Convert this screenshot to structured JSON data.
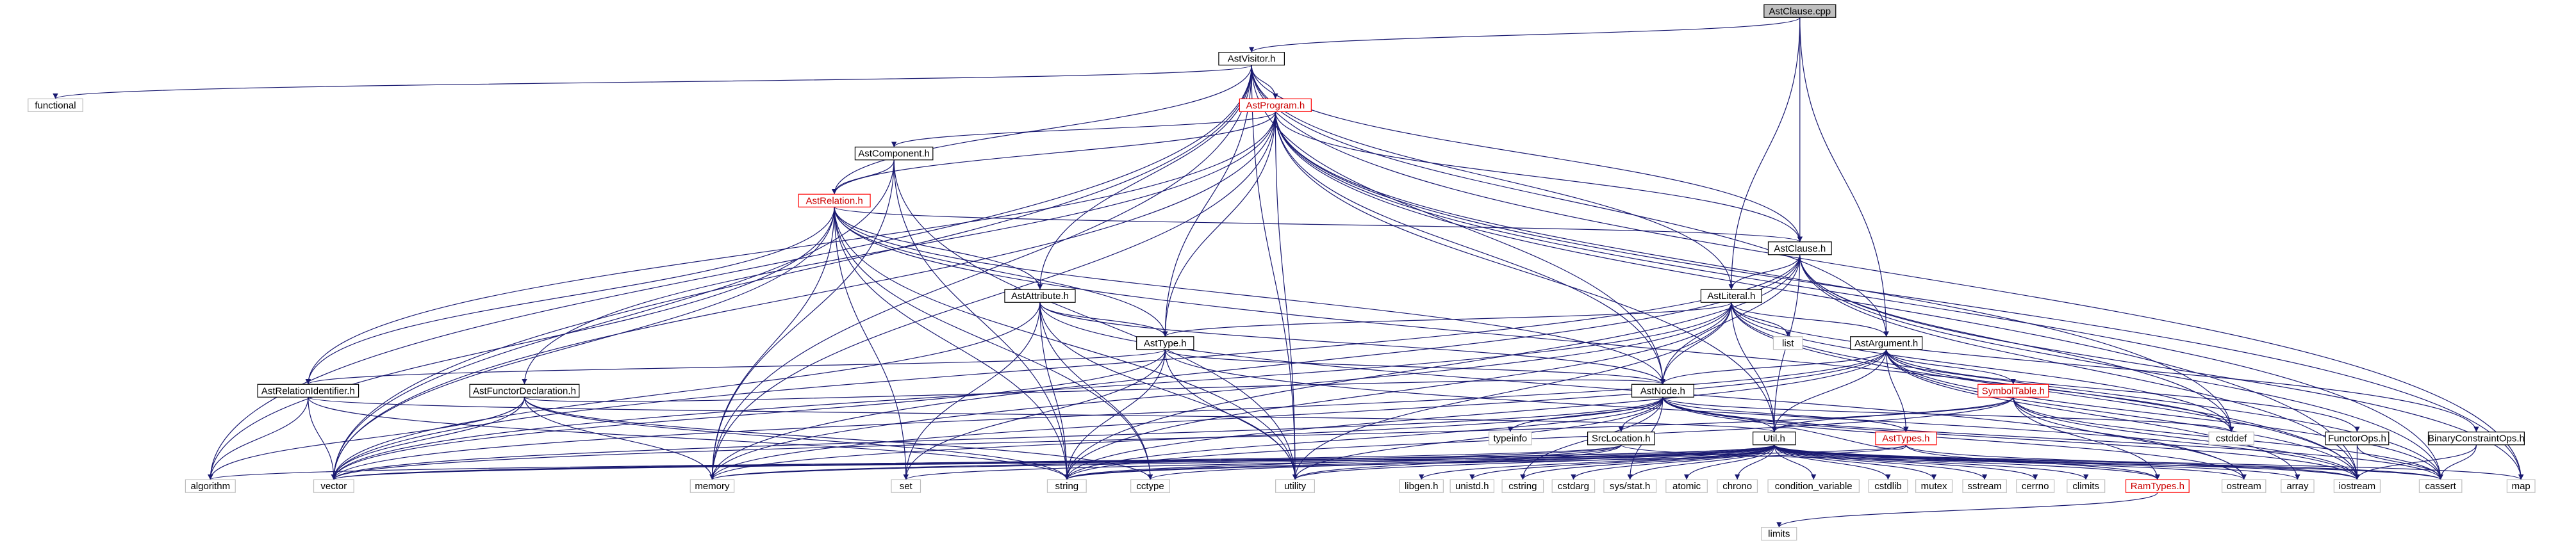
{
  "colors": {
    "edge": "#191970",
    "edge_dark": "#000080",
    "root_fill": "#bfbfbf",
    "node_fill": "#ffffff",
    "node_border": "#000000",
    "linked_border": "#ff0000",
    "system_border": "#bfbfbf",
    "text": "#000000",
    "linked_text": "#cc0000"
  },
  "nodes": [
    {
      "id": "AstClause_cpp",
      "label": "AstClause.cpp",
      "kind": "root"
    },
    {
      "id": "AstVisitor_h",
      "label": "AstVisitor.h",
      "kind": "doc"
    },
    {
      "id": "functional",
      "label": "functional",
      "kind": "system"
    },
    {
      "id": "AstProgram_h",
      "label": "AstProgram.h",
      "kind": "linked"
    },
    {
      "id": "AstComponent_h",
      "label": "AstComponent.h",
      "kind": "doc"
    },
    {
      "id": "AstRelation_h",
      "label": "AstRelation.h",
      "kind": "linked"
    },
    {
      "id": "AstClause_h",
      "label": "AstClause.h",
      "kind": "doc"
    },
    {
      "id": "AstAttribute_h",
      "label": "AstAttribute.h",
      "kind": "doc"
    },
    {
      "id": "AstLiteral_h",
      "label": "AstLiteral.h",
      "kind": "doc"
    },
    {
      "id": "AstType_h",
      "label": "AstType.h",
      "kind": "doc"
    },
    {
      "id": "list",
      "label": "list",
      "kind": "system"
    },
    {
      "id": "AstArgument_h",
      "label": "AstArgument.h",
      "kind": "doc"
    },
    {
      "id": "AstRelationIdentifier_h",
      "label": "AstRelationIdentifier.h",
      "kind": "doc"
    },
    {
      "id": "AstFunctorDeclaration_h",
      "label": "AstFunctorDeclaration.h",
      "kind": "doc"
    },
    {
      "id": "AstNode_h",
      "label": "AstNode.h",
      "kind": "doc"
    },
    {
      "id": "SymbolTable_h",
      "label": "SymbolTable.h",
      "kind": "linked"
    },
    {
      "id": "typeinfo",
      "label": "typeinfo",
      "kind": "system"
    },
    {
      "id": "SrcLocation_h",
      "label": "SrcLocation.h",
      "kind": "doc"
    },
    {
      "id": "Util_h",
      "label": "Util.h",
      "kind": "doc"
    },
    {
      "id": "AstTypes_h",
      "label": "AstTypes.h",
      "kind": "linked"
    },
    {
      "id": "cstddef",
      "label": "cstddef",
      "kind": "system"
    },
    {
      "id": "FunctorOps_h",
      "label": "FunctorOps.h",
      "kind": "doc"
    },
    {
      "id": "BinaryConstraintOps_h",
      "label": "BinaryConstraintOps.h",
      "kind": "doc"
    },
    {
      "id": "algorithm",
      "label": "algorithm",
      "kind": "system"
    },
    {
      "id": "vector",
      "label": "vector",
      "kind": "system"
    },
    {
      "id": "memory",
      "label": "memory",
      "kind": "system"
    },
    {
      "id": "set",
      "label": "set",
      "kind": "system"
    },
    {
      "id": "string",
      "label": "string",
      "kind": "system"
    },
    {
      "id": "cctype",
      "label": "cctype",
      "kind": "system"
    },
    {
      "id": "utility",
      "label": "utility",
      "kind": "system"
    },
    {
      "id": "libgen_h",
      "label": "libgen.h",
      "kind": "system"
    },
    {
      "id": "unistd_h",
      "label": "unistd.h",
      "kind": "system"
    },
    {
      "id": "cstring",
      "label": "cstring",
      "kind": "system"
    },
    {
      "id": "cstdarg",
      "label": "cstdarg",
      "kind": "system"
    },
    {
      "id": "sys_stat_h",
      "label": "sys/stat.h",
      "kind": "system"
    },
    {
      "id": "atomic",
      "label": "atomic",
      "kind": "system"
    },
    {
      "id": "chrono",
      "label": "chrono",
      "kind": "system"
    },
    {
      "id": "condition_variable",
      "label": "condition_variable",
      "kind": "system"
    },
    {
      "id": "cstdlib",
      "label": "cstdlib",
      "kind": "system"
    },
    {
      "id": "mutex",
      "label": "mutex",
      "kind": "system"
    },
    {
      "id": "sstream",
      "label": "sstream",
      "kind": "system"
    },
    {
      "id": "cerrno",
      "label": "cerrno",
      "kind": "system"
    },
    {
      "id": "climits",
      "label": "climits",
      "kind": "system"
    },
    {
      "id": "RamTypes_h",
      "label": "RamTypes.h",
      "kind": "linked"
    },
    {
      "id": "ostream",
      "label": "ostream",
      "kind": "system"
    },
    {
      "id": "array",
      "label": "array",
      "kind": "system"
    },
    {
      "id": "iostream",
      "label": "iostream",
      "kind": "system"
    },
    {
      "id": "cassert",
      "label": "cassert",
      "kind": "system"
    },
    {
      "id": "map",
      "label": "map",
      "kind": "system"
    },
    {
      "id": "limits",
      "label": "limits",
      "kind": "system"
    }
  ],
  "edges": [
    [
      "AstClause_cpp",
      "AstVisitor_h"
    ],
    [
      "AstClause_cpp",
      "AstClause_h"
    ],
    [
      "AstClause_cpp",
      "AstLiteral_h"
    ],
    [
      "AstClause_cpp",
      "AstArgument_h"
    ],
    [
      "AstVisitor_h",
      "functional"
    ],
    [
      "AstVisitor_h",
      "AstProgram_h"
    ],
    [
      "AstVisitor_h",
      "AstRelation_h"
    ],
    [
      "AstVisitor_h",
      "AstClause_h"
    ],
    [
      "AstVisitor_h",
      "AstAttribute_h"
    ],
    [
      "AstVisitor_h",
      "AstLiteral_h"
    ],
    [
      "AstVisitor_h",
      "AstType_h"
    ],
    [
      "AstVisitor_h",
      "AstArgument_h"
    ],
    [
      "AstVisitor_h",
      "AstNode_h"
    ],
    [
      "AstVisitor_h",
      "algorithm"
    ],
    [
      "AstVisitor_h",
      "vector"
    ],
    [
      "AstVisitor_h",
      "memory"
    ],
    [
      "AstVisitor_h",
      "utility"
    ],
    [
      "AstVisitor_h",
      "map"
    ],
    [
      "AstProgram_h",
      "AstComponent_h"
    ],
    [
      "AstProgram_h",
      "AstRelation_h"
    ],
    [
      "AstProgram_h",
      "AstClause_h"
    ],
    [
      "AstProgram_h",
      "AstType_h"
    ],
    [
      "AstProgram_h",
      "AstRelationIdentifier_h"
    ],
    [
      "AstProgram_h",
      "AstFunctorDeclaration_h"
    ],
    [
      "AstProgram_h",
      "AstNode_h"
    ],
    [
      "AstProgram_h",
      "Util_h"
    ],
    [
      "AstProgram_h",
      "vector"
    ],
    [
      "AstProgram_h",
      "memory"
    ],
    [
      "AstProgram_h",
      "utility"
    ],
    [
      "AstProgram_h",
      "map"
    ],
    [
      "AstProgram_h",
      "iostream"
    ],
    [
      "AstProgram_h",
      "cassert"
    ],
    [
      "AstProgram_h",
      "cstddef"
    ],
    [
      "AstComponent_h",
      "AstRelation_h"
    ],
    [
      "AstComponent_h",
      "vector"
    ],
    [
      "AstComponent_h",
      "memory"
    ],
    [
      "AstComponent_h",
      "string"
    ],
    [
      "AstComponent_h",
      "utility"
    ],
    [
      "AstRelation_h",
      "AstClause_h"
    ],
    [
      "AstRelation_h",
      "AstAttribute_h"
    ],
    [
      "AstRelation_h",
      "AstType_h"
    ],
    [
      "AstRelation_h",
      "AstRelationIdentifier_h"
    ],
    [
      "AstRelation_h",
      "AstNode_h"
    ],
    [
      "AstRelation_h",
      "vector"
    ],
    [
      "AstRelation_h",
      "memory"
    ],
    [
      "AstRelation_h",
      "set"
    ],
    [
      "AstRelation_h",
      "string"
    ],
    [
      "AstRelation_h",
      "cctype"
    ],
    [
      "AstRelation_h",
      "utility"
    ],
    [
      "AstRelation_h",
      "iostream"
    ],
    [
      "AstRelation_h",
      "algorithm"
    ],
    [
      "AstClause_h",
      "AstLiteral_h"
    ],
    [
      "AstClause_h",
      "AstNode_h"
    ],
    [
      "AstClause_h",
      "Util_h"
    ],
    [
      "AstClause_h",
      "vector"
    ],
    [
      "AstClause_h",
      "memory"
    ],
    [
      "AstClause_h",
      "string"
    ],
    [
      "AstClause_h",
      "iostream"
    ],
    [
      "AstClause_h",
      "cassert"
    ],
    [
      "AstClause_h",
      "map"
    ],
    [
      "AstClause_h",
      "cstddef"
    ],
    [
      "AstAttribute_h",
      "AstType_h"
    ],
    [
      "AstAttribute_h",
      "AstNode_h"
    ],
    [
      "AstAttribute_h",
      "set"
    ],
    [
      "AstAttribute_h",
      "string"
    ],
    [
      "AstAttribute_h",
      "cctype"
    ],
    [
      "AstAttribute_h",
      "utility"
    ],
    [
      "AstAttribute_h",
      "vector"
    ],
    [
      "AstAttribute_h",
      "ostream"
    ],
    [
      "AstLiteral_h",
      "AstArgument_h"
    ],
    [
      "AstLiteral_h",
      "AstNode_h"
    ],
    [
      "AstLiteral_h",
      "AstType_h"
    ],
    [
      "AstLiteral_h",
      "list"
    ],
    [
      "AstLiteral_h",
      "Util_h"
    ],
    [
      "AstLiteral_h",
      "BinaryConstraintOps_h"
    ],
    [
      "AstLiteral_h",
      "iostream"
    ],
    [
      "AstLiteral_h",
      "memory"
    ],
    [
      "AstLiteral_h",
      "string"
    ],
    [
      "AstLiteral_h",
      "vector"
    ],
    [
      "AstLiteral_h",
      "cassert"
    ],
    [
      "AstLiteral_h",
      "cstddef"
    ],
    [
      "AstLiteral_h",
      "utility"
    ],
    [
      "AstType_h",
      "AstNode_h"
    ],
    [
      "AstType_h",
      "AstRelationIdentifier_h"
    ],
    [
      "AstType_h",
      "set"
    ],
    [
      "AstType_h",
      "string"
    ],
    [
      "AstType_h",
      "utility"
    ],
    [
      "AstType_h",
      "vector"
    ],
    [
      "AstType_h",
      "iostream"
    ],
    [
      "AstArgument_h",
      "AstNode_h"
    ],
    [
      "AstArgument_h",
      "AstTypes_h"
    ],
    [
      "AstArgument_h",
      "SymbolTable_h"
    ],
    [
      "AstArgument_h",
      "FunctorOps_h"
    ],
    [
      "AstArgument_h",
      "Util_h"
    ],
    [
      "AstArgument_h",
      "cassert"
    ],
    [
      "AstArgument_h",
      "cstddef"
    ],
    [
      "AstArgument_h",
      "memory"
    ],
    [
      "AstArgument_h",
      "string"
    ],
    [
      "AstArgument_h",
      "vector"
    ],
    [
      "AstArgument_h",
      "array"
    ],
    [
      "AstArgument_h",
      "iostream"
    ],
    [
      "AstRelationIdentifier_h",
      "algorithm"
    ],
    [
      "AstRelationIdentifier_h",
      "vector"
    ],
    [
      "AstRelationIdentifier_h",
      "string"
    ],
    [
      "AstRelationIdentifier_h",
      "Util_h"
    ],
    [
      "AstFunctorDeclaration_h",
      "AstNode_h"
    ],
    [
      "AstFunctorDeclaration_h",
      "vector"
    ],
    [
      "AstFunctorDeclaration_h",
      "string"
    ],
    [
      "AstFunctorDeclaration_h",
      "memory"
    ],
    [
      "AstFunctorDeclaration_h",
      "cctype"
    ],
    [
      "AstFunctorDeclaration_h",
      "algorithm"
    ],
    [
      "AstNode_h",
      "typeinfo"
    ],
    [
      "AstNode_h",
      "SrcLocation_h"
    ],
    [
      "AstNode_h",
      "Util_h"
    ],
    [
      "AstNode_h",
      "AstTypes_h"
    ],
    [
      "AstNode_h",
      "cstddef"
    ],
    [
      "AstNode_h",
      "vector"
    ],
    [
      "AstNode_h",
      "memory"
    ],
    [
      "AstNode_h",
      "string"
    ],
    [
      "AstNode_h",
      "utility"
    ],
    [
      "AstNode_h",
      "cstring"
    ],
    [
      "AstNode_h",
      "sys_stat_h"
    ],
    [
      "AstNode_h",
      "ostream"
    ],
    [
      "AstNode_h",
      "iostream"
    ],
    [
      "AstNode_h",
      "cassert"
    ],
    [
      "SymbolTable_h",
      "Util_h"
    ],
    [
      "SymbolTable_h",
      "cassert"
    ],
    [
      "SymbolTable_h",
      "iostream"
    ],
    [
      "SymbolTable_h",
      "string"
    ],
    [
      "SymbolTable_h",
      "RamTypes_h"
    ],
    [
      "SymbolTable_h",
      "vector"
    ],
    [
      "SymbolTable_h",
      "ostream"
    ],
    [
      "SrcLocation_h",
      "cassert"
    ],
    [
      "SrcLocation_h",
      "utility"
    ],
    [
      "SrcLocation_h",
      "string"
    ],
    [
      "SrcLocation_h",
      "memory"
    ],
    [
      "SrcLocation_h",
      "vector"
    ],
    [
      "Util_h",
      "RamTypes_h"
    ],
    [
      "Util_h",
      "algorithm"
    ],
    [
      "Util_h",
      "vector"
    ],
    [
      "Util_h",
      "memory"
    ],
    [
      "Util_h",
      "set"
    ],
    [
      "Util_h",
      "string"
    ],
    [
      "Util_h",
      "cctype"
    ],
    [
      "Util_h",
      "utility"
    ],
    [
      "Util_h",
      "libgen_h"
    ],
    [
      "Util_h",
      "unistd_h"
    ],
    [
      "Util_h",
      "cstring"
    ],
    [
      "Util_h",
      "cstdarg"
    ],
    [
      "Util_h",
      "sys_stat_h"
    ],
    [
      "Util_h",
      "atomic"
    ],
    [
      "Util_h",
      "chrono"
    ],
    [
      "Util_h",
      "condition_variable"
    ],
    [
      "Util_h",
      "cstdlib"
    ],
    [
      "Util_h",
      "mutex"
    ],
    [
      "Util_h",
      "sstream"
    ],
    [
      "Util_h",
      "cerrno"
    ],
    [
      "Util_h",
      "climits"
    ],
    [
      "Util_h",
      "ostream"
    ],
    [
      "Util_h",
      "array"
    ],
    [
      "Util_h",
      "iostream"
    ],
    [
      "Util_h",
      "cassert"
    ],
    [
      "Util_h",
      "map"
    ],
    [
      "AstTypes_h",
      "Util_h"
    ],
    [
      "AstTypes_h",
      "RamTypes_h"
    ],
    [
      "AstTypes_h",
      "iostream"
    ],
    [
      "AstTypes_h",
      "string"
    ],
    [
      "AstTypes_h",
      "vector"
    ],
    [
      "FunctorOps_h",
      "cassert"
    ],
    [
      "FunctorOps_h",
      "iostream"
    ],
    [
      "BinaryConstraintOps_h",
      "iostream"
    ],
    [
      "BinaryConstraintOps_h",
      "cassert"
    ],
    [
      "RamTypes_h",
      "limits"
    ]
  ]
}
